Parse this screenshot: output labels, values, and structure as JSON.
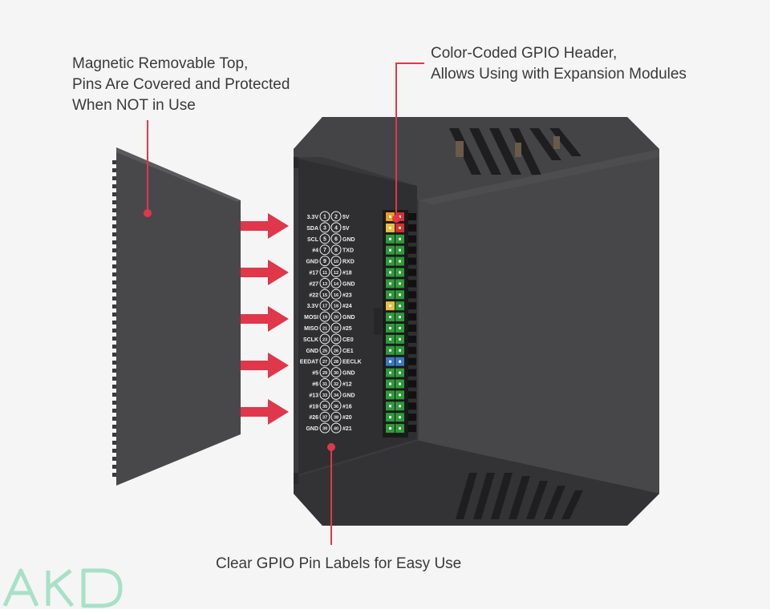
{
  "callouts": {
    "top_cover": "Magnetic Removable Top,\nPins Are Covered and Protected\nWhen NOT in Use",
    "gpio_header": "Color-Coded GPIO Header,\nAllows Using with Expansion Modules",
    "pin_labels": "Clear GPIO Pin Labels for Easy Use"
  },
  "pin_rows": [
    {
      "left": "3.3V",
      "a": "1",
      "b": "2",
      "right": "5V"
    },
    {
      "left": "SDA",
      "a": "3",
      "b": "4",
      "right": "5V"
    },
    {
      "left": "SCL",
      "a": "5",
      "b": "6",
      "right": "GND"
    },
    {
      "left": "#4",
      "a": "7",
      "b": "8",
      "right": "TXD"
    },
    {
      "left": "GND",
      "a": "9",
      "b": "10",
      "right": "RXD"
    },
    {
      "left": "#17",
      "a": "11",
      "b": "12",
      "right": "#18"
    },
    {
      "left": "#27",
      "a": "13",
      "b": "14",
      "right": "GND"
    },
    {
      "left": "#22",
      "a": "15",
      "b": "16",
      "right": "#23"
    },
    {
      "left": "3.3V",
      "a": "17",
      "b": "18",
      "right": "#24"
    },
    {
      "left": "MOSI",
      "a": "19",
      "b": "20",
      "right": "GND"
    },
    {
      "left": "MISO",
      "a": "21",
      "b": "22",
      "right": "#25"
    },
    {
      "left": "SCLK",
      "a": "23",
      "b": "24",
      "right": "CE0"
    },
    {
      "left": "GND",
      "a": "25",
      "b": "26",
      "right": "CE1"
    },
    {
      "left": "EEDAT",
      "a": "27",
      "b": "28",
      "right": "EECLK"
    },
    {
      "left": "#5",
      "a": "29",
      "b": "30",
      "right": "GND"
    },
    {
      "left": "#6",
      "a": "31",
      "b": "32",
      "right": "#12"
    },
    {
      "left": "#13",
      "a": "33",
      "b": "34",
      "right": "GND"
    },
    {
      "left": "#19",
      "a": "35",
      "b": "36",
      "right": "#16"
    },
    {
      "left": "#26",
      "a": "37",
      "b": "38",
      "right": "#20"
    },
    {
      "left": "GND",
      "a": "39",
      "b": "40",
      "right": "#21"
    }
  ],
  "header_colors": [
    [
      "#e8a020",
      "#d83030"
    ],
    [
      "#e8c040",
      "#d83030"
    ],
    [
      "#2e9a3a",
      "#2e9a3a"
    ],
    [
      "#2e9a3a",
      "#2e9a3a"
    ],
    [
      "#2e9a3a",
      "#2e9a3a"
    ],
    [
      "#2e9a3a",
      "#2e9a3a"
    ],
    [
      "#2e9a3a",
      "#2e9a3a"
    ],
    [
      "#2e9a3a",
      "#2e9a3a"
    ],
    [
      "#e8c040",
      "#2e9a3a"
    ],
    [
      "#2e9a3a",
      "#2e9a3a"
    ],
    [
      "#2e9a3a",
      "#2e9a3a"
    ],
    [
      "#2e9a3a",
      "#2e9a3a"
    ],
    [
      "#2e9a3a",
      "#2e9a3a"
    ],
    [
      "#3a7ac0",
      "#3a7ac0"
    ],
    [
      "#2e9a3a",
      "#2e9a3a"
    ],
    [
      "#2e9a3a",
      "#2e9a3a"
    ],
    [
      "#2e9a3a",
      "#2e9a3a"
    ],
    [
      "#2e9a3a",
      "#2e9a3a"
    ],
    [
      "#2e9a3a",
      "#2e9a3a"
    ],
    [
      "#2e9a3a",
      "#2e9a3a"
    ]
  ],
  "colors": {
    "accent": "#e0374b",
    "case": "#3b3b3d",
    "cover": "#48484a"
  },
  "logo": {
    "text": "AKD",
    "color": "#a8e0c8"
  }
}
